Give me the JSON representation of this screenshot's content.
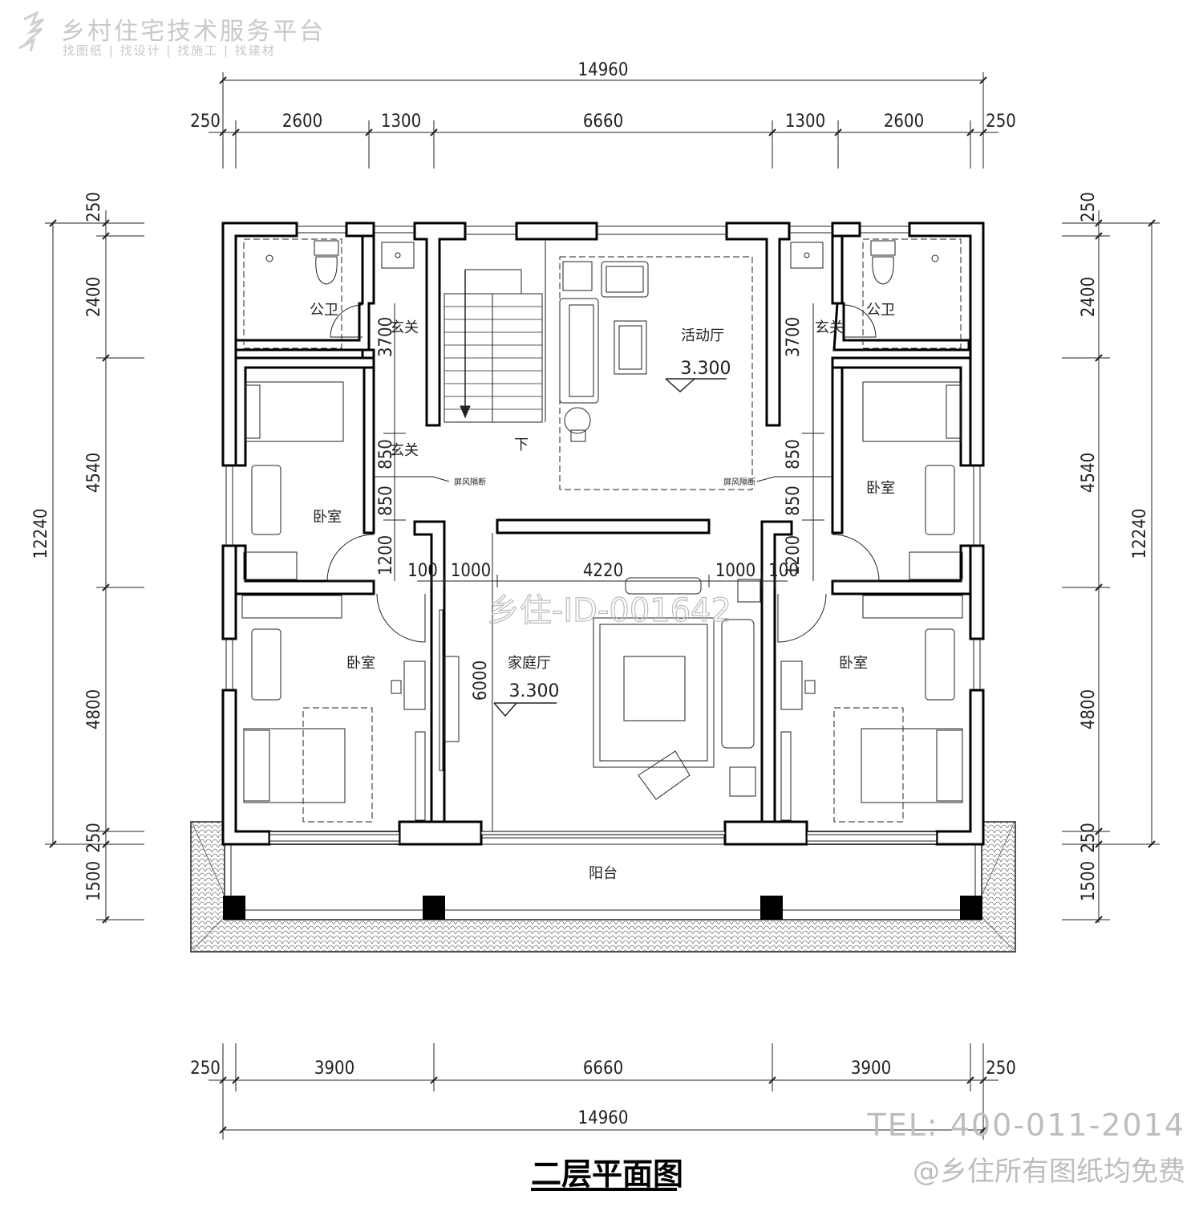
{
  "watermark": {
    "brand_title": "乡村住宅技术服务平台",
    "brand_subtitle": "找图纸 | 找设计 | 找施工 | 找建材",
    "id_text": "乡住-ID-001642",
    "tel": "TEL: 400-011-2014",
    "free_notice": "@乡住所有图纸均免费"
  },
  "drawing_title": "二层平面图",
  "dimensions": {
    "top_total": "14960",
    "top_segments": [
      "250",
      "2600",
      "1300",
      "6660",
      "1300",
      "2600",
      "250"
    ],
    "bottom_segments": [
      "250",
      "3900",
      "6660",
      "3900",
      "250"
    ],
    "bottom_total": "14960",
    "left_segments": [
      "250",
      "2400",
      "4540",
      "4800",
      "250",
      "1500"
    ],
    "left_total": "12240",
    "right_segments": [
      "250",
      "2400",
      "4540",
      "4800",
      "250",
      "1500"
    ],
    "right_total": "12240",
    "inner": {
      "left_3700": "3700",
      "left_850a": "850",
      "left_850b": "850",
      "left_1200": "1200",
      "right_3700": "3700",
      "right_850a": "850",
      "right_850b": "850",
      "right_1200": "1200",
      "mid_100a": "100",
      "mid_1000a": "1000",
      "mid_4220": "4220",
      "mid_1000b": "1000",
      "mid_100b": "100",
      "family_6000": "6000"
    }
  },
  "rooms": {
    "toilet_left": "公卫",
    "toilet_right": "公卫",
    "hall_left_top": "玄关",
    "hall_left_mid": "玄关",
    "hall_right_top": "玄关",
    "activity_hall": "活动厅",
    "activity_elev": "3.300",
    "stair_down": "下",
    "screen_left": "屏风隔断",
    "screen_right": "屏风隔断",
    "bedroom_left_upper": "卧室",
    "bedroom_right_upper": "卧室",
    "bedroom_left_lower": "卧室",
    "bedroom_right_lower": "卧室",
    "family_hall": "家庭厅",
    "family_elev": "3.300",
    "balcony": "阳台"
  }
}
